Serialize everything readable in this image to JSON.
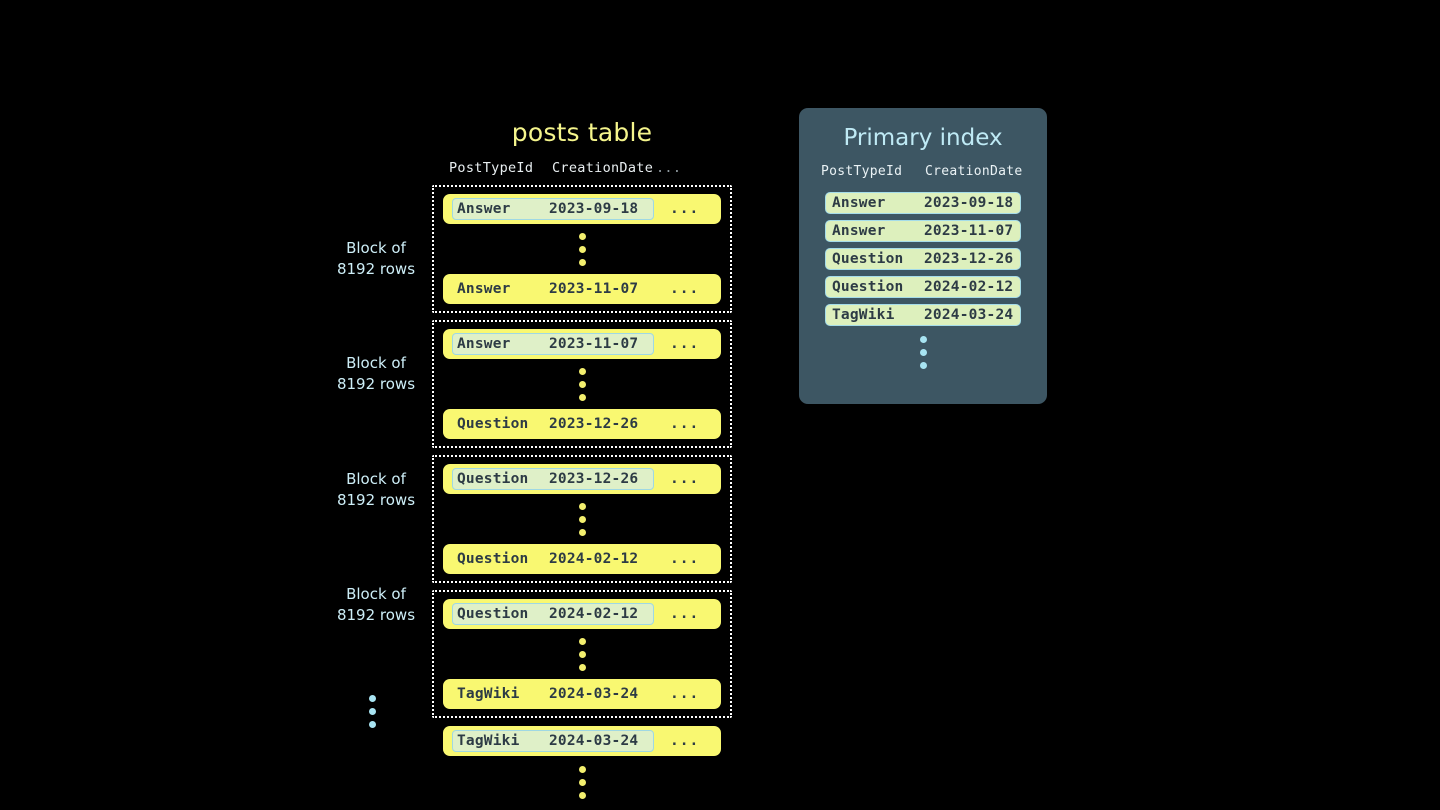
{
  "posts_table": {
    "title": "posts table",
    "columns": [
      "PostTypeId",
      "CreationDate",
      "..."
    ],
    "ellipsis_cell": "...",
    "blocks": [
      {
        "label_line1": "Block of",
        "label_line2": "8192 rows",
        "first_row": {
          "post_type_id": "Answer",
          "creation_date": "2023-09-18",
          "more": "...",
          "marked": true
        },
        "last_row": {
          "post_type_id": "Answer",
          "creation_date": "2023-11-07",
          "more": "...",
          "marked": false
        }
      },
      {
        "label_line1": "Block of",
        "label_line2": "8192 rows",
        "first_row": {
          "post_type_id": "Answer",
          "creation_date": "2023-11-07",
          "more": "...",
          "marked": true
        },
        "last_row": {
          "post_type_id": "Question",
          "creation_date": "2023-12-26",
          "more": "...",
          "marked": false
        }
      },
      {
        "label_line1": "Block of",
        "label_line2": "8192 rows",
        "first_row": {
          "post_type_id": "Question",
          "creation_date": "2023-12-26",
          "more": "...",
          "marked": true
        },
        "last_row": {
          "post_type_id": "Question",
          "creation_date": "2024-02-12",
          "more": "...",
          "marked": false
        }
      },
      {
        "label_line1": "Block of",
        "label_line2": "8192 rows",
        "first_row": {
          "post_type_id": "Question",
          "creation_date": "2024-02-12",
          "more": "...",
          "marked": true
        },
        "last_row": {
          "post_type_id": "TagWiki",
          "creation_date": "2024-03-24",
          "more": "...",
          "marked": false
        }
      }
    ],
    "trailing_row": {
      "post_type_id": "TagWiki",
      "creation_date": "2024-03-24",
      "more": "...",
      "marked": true
    }
  },
  "primary_index": {
    "title": "Primary index",
    "columns": [
      "PostTypeId",
      "CreationDate"
    ],
    "rows": [
      {
        "post_type_id": "Answer",
        "creation_date": "2023-09-18"
      },
      {
        "post_type_id": "Answer",
        "creation_date": "2023-11-07"
      },
      {
        "post_type_id": "Question",
        "creation_date": "2023-12-26"
      },
      {
        "post_type_id": "Question",
        "creation_date": "2024-02-12"
      },
      {
        "post_type_id": "TagWiki",
        "creation_date": "2024-03-24"
      }
    ]
  },
  "colors": {
    "background": "#000000",
    "row_pill": "#f9f871",
    "granule_mark": "#dff0c8",
    "mark_border": "#9fd8e4",
    "panel_bg": "#3d5663",
    "panel_title": "#bfeaf5",
    "table_title": "#f5f58c",
    "block_label": "#cdeef7",
    "yellow_dot": "#f3ef6e",
    "blue_dot": "#a8e4f2",
    "cell_text": "#2d3b45"
  }
}
